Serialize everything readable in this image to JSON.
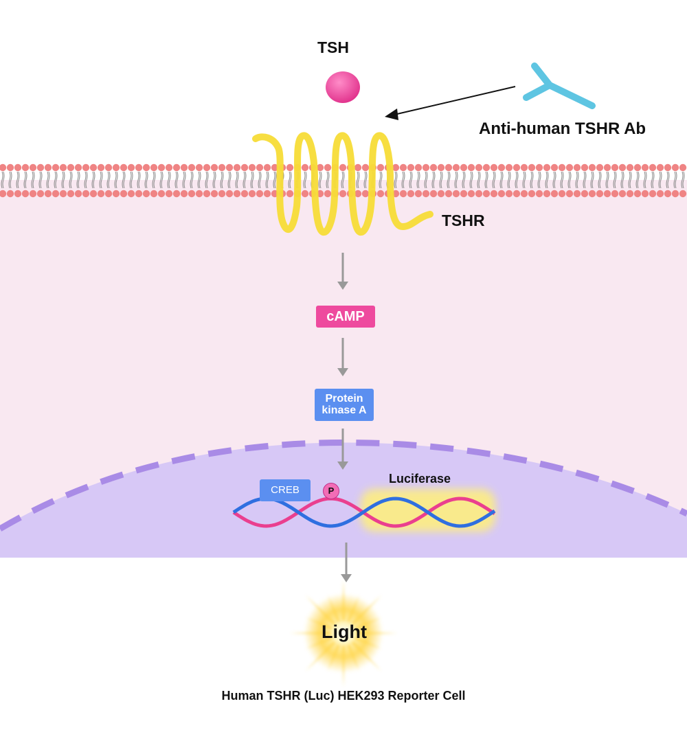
{
  "diagram": {
    "ligand_label": "TSH",
    "antibody_label": "Anti-human TSHR Ab",
    "receptor_label": "TSHR",
    "second_messenger_label": "cAMP",
    "kinase_label": "Protein\nkinase A",
    "transcription_factor_label": "CREB",
    "phosphate_label": "P",
    "reporter_gene_label": "Luciferase",
    "output_label": "Light",
    "caption": "Human TSHR (Luc) HEK293 Reporter Cell"
  },
  "colors": {
    "cytoplasm": "#f9e8f1",
    "nucleus": "#d7c8f6",
    "nuclear_envelope": "#a98be6",
    "lipid_head": "#ef8484",
    "receptor": "#f7dc37",
    "ligand": "#ea3f9a",
    "antibody": "#5ec5e2",
    "camp": "#ee4a9e",
    "kinase": "#5b8ff0",
    "dna_strand_a": "#ea3f8f",
    "dna_strand_b": "#2f6fe0",
    "arrow": "#999999"
  }
}
